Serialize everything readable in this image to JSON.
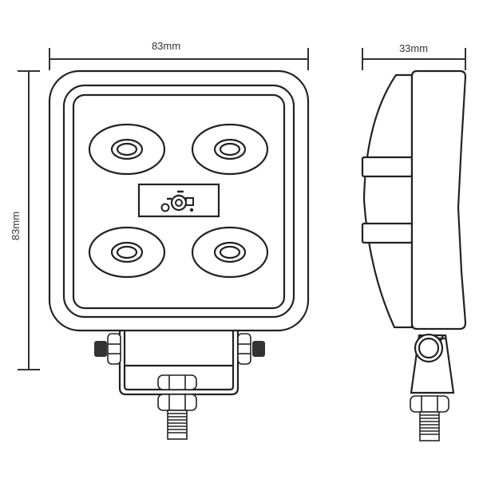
{
  "diagram": {
    "type": "technical-drawing",
    "subject": "Square LED work light — front and side views",
    "colors": {
      "line": "#222222",
      "background": "#ffffff",
      "text": "#333333"
    },
    "dimensions": {
      "front_width": {
        "label": "83mm",
        "value": 83,
        "unit": "mm"
      },
      "front_height": {
        "label": "83mm",
        "value": 83,
        "unit": "mm"
      },
      "side_depth": {
        "label": "33mm",
        "value": 33,
        "unit": "mm"
      }
    },
    "front_view": {
      "lens_count": 4,
      "lenses": [
        {
          "position": "top-left"
        },
        {
          "position": "top-right"
        },
        {
          "position": "bottom-left"
        },
        {
          "position": "bottom-right"
        }
      ],
      "center_badge": {
        "icon": "tractor-icon"
      },
      "mount": {
        "type": "U-bracket",
        "side_bolts": 2,
        "bottom_bolt": 1
      }
    },
    "side_view": {
      "mount": {
        "type": "pivot-bracket",
        "bolt": 1
      }
    }
  }
}
